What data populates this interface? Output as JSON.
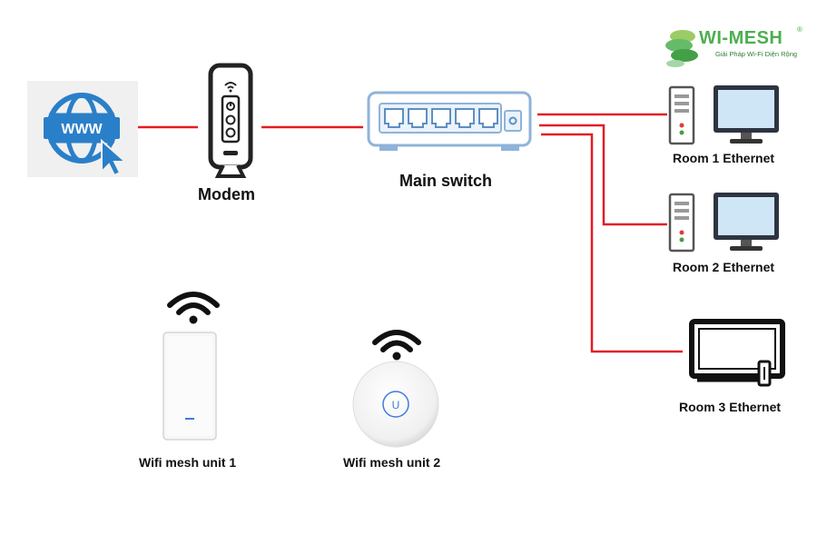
{
  "brand": {
    "name": "WI-MESH",
    "registered": "®",
    "tagline": "Giải Pháp Wi-Fi Diện Rộng",
    "name_color": "#4caf50",
    "tagline_color": "#2e7d32"
  },
  "colors": {
    "link_line": "#e51c23",
    "icon_stroke": "#222222",
    "internet_blue": "#2a7fc9",
    "switch_blue": "#8fb3d9",
    "monitor_fill": "#cfe6f7"
  },
  "nodes": {
    "internet": {
      "label": "WWW",
      "icon": "globe-cursor-icon"
    },
    "modem": {
      "label": "Modem",
      "icon": "modem-icon"
    },
    "main_switch": {
      "label": "Main switch",
      "icon": "network-switch-icon"
    },
    "room1": {
      "label": "Room 1 Ethernet",
      "icon": "desktop-computer-icon"
    },
    "room2": {
      "label": "Room 2 Ethernet",
      "icon": "desktop-computer-icon"
    },
    "room3": {
      "label": "Room 3 Ethernet",
      "icon": "tv-monitor-icon"
    },
    "mesh1": {
      "label": "Wifi mesh unit 1",
      "icon": "wall-access-point-icon"
    },
    "mesh2": {
      "label": "Wifi mesh unit 2",
      "icon": "ceiling-access-point-icon"
    }
  }
}
